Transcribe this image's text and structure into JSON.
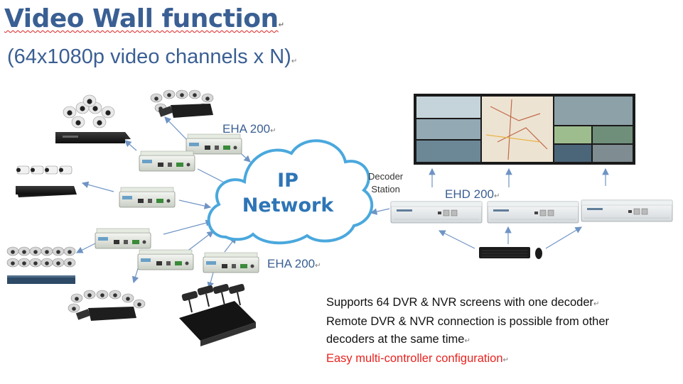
{
  "title": "Video Wall function",
  "subtitle": "(64x1080p video channels x N)",
  "cloud": {
    "line1": "IP",
    "line2": "Network"
  },
  "labels": {
    "eha_top": "EHA 200",
    "eha_bottom": "EHA 200",
    "ehd": "EHD 200",
    "decoder_line1": "Decoder",
    "decoder_line2": "Station"
  },
  "description": {
    "line1": "Supports 64 DVR & NVR screens with one decoder",
    "line2": "Remote DVR & NVR connection is possible from other",
    "line3": "decoders at the same time",
    "line4": "Easy multi-controller configuration"
  },
  "colors": {
    "title": "#3a5f93",
    "cloud_outline": "#4aa8dd",
    "cloud_text": "#2e75b6",
    "arrows": "#6f94c4",
    "highlight_red": "#e8231f"
  },
  "icons": [
    "cctv-dome-camera-icon",
    "bullet-camera-icon",
    "dvr-recorder-icon",
    "encoder-box-icon",
    "decoder-box-icon",
    "video-wall-icon",
    "keyboard-icon",
    "mouse-icon",
    "cloud-icon",
    "arrow-icon"
  ]
}
